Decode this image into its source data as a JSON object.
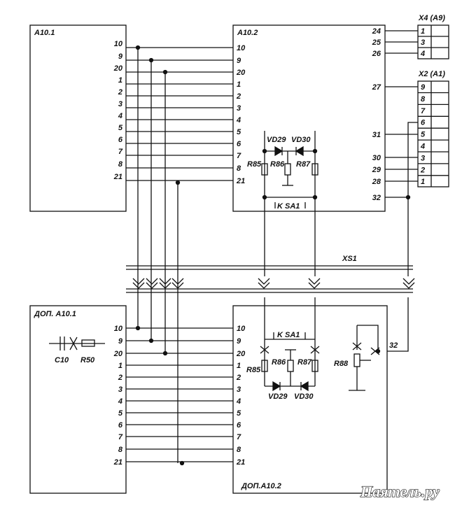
{
  "blocks": {
    "a10_1": {
      "title": "A10.1",
      "pins": [
        "10",
        "9",
        "20",
        "1",
        "2",
        "3",
        "4",
        "5",
        "6",
        "7",
        "8",
        "21"
      ]
    },
    "a10_2": {
      "title": "A10.2",
      "pins": [
        "10",
        "9",
        "20",
        "1",
        "2",
        "3",
        "4",
        "5",
        "6",
        "7",
        "8",
        "21"
      ],
      "right_pins": [
        "24",
        "25",
        "26",
        "27",
        "31",
        "30",
        "29",
        "28",
        "32"
      ]
    },
    "dop_a10_1": {
      "title": "ДОП. A10.1",
      "pins": [
        "10",
        "9",
        "20",
        "1",
        "2",
        "3",
        "4",
        "5",
        "6",
        "7",
        "8",
        "21"
      ]
    },
    "dop_a10_2": {
      "title": "ДОП.A10.2",
      "pins": [
        "10",
        "9",
        "20",
        "1",
        "2",
        "3",
        "4",
        "5",
        "6",
        "7",
        "8",
        "21"
      ],
      "pin_32": "32"
    }
  },
  "connectors": {
    "x4": {
      "title": "X4 (A9)",
      "cells": [
        "1",
        "3",
        "4"
      ]
    },
    "x2": {
      "title": "X2 (A1)",
      "cells": [
        "9",
        "8",
        "7",
        "6",
        "5",
        "4",
        "3",
        "2",
        "1"
      ]
    },
    "xs1": {
      "title": "XS1"
    }
  },
  "components": {
    "top": {
      "vd29": "VD29",
      "vd30": "VD30",
      "r85": "R85",
      "r86": "R86",
      "r87": "R87",
      "sa1": "K SA1"
    },
    "bottom": {
      "vd29": "VD29",
      "vd30": "VD30",
      "r85": "R85",
      "r86": "R86",
      "r87": "R87",
      "r88": "R88",
      "sa1": "K SA1",
      "c10": "C10",
      "r50": "R50"
    }
  },
  "watermark": "Паятель.ру"
}
